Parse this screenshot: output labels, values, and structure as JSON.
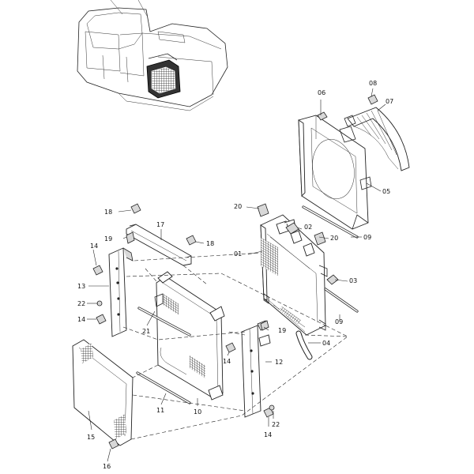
{
  "parts": {
    "p01": "01",
    "p02": "02",
    "p03": "03",
    "p04": "04",
    "p05": "05",
    "p07": "07",
    "p08": "08",
    "p06": "06",
    "p09a": "09",
    "p09b": "09",
    "p10": "10",
    "p11": "11",
    "p12": "12",
    "p13": "13",
    "p14a": "14",
    "p14b": "14",
    "p14c": "14",
    "p14d": "14",
    "p15": "15",
    "p16": "16",
    "p17": "17",
    "p18a": "18",
    "p18b": "18",
    "p19a": "19",
    "p19b": "19",
    "p20a": "20",
    "p20b": "20",
    "p21": "21",
    "p22a": "22",
    "p22b": "22"
  }
}
